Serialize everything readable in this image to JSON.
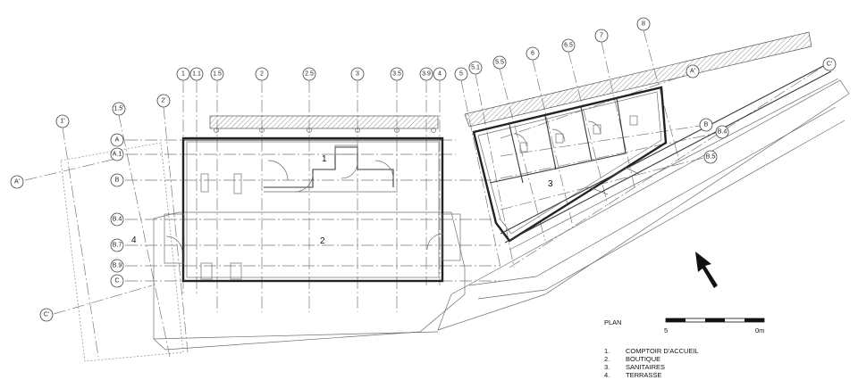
{
  "rooms": [
    {
      "number": "1"
    },
    {
      "number": "2"
    },
    {
      "number": "3"
    },
    {
      "number": "4"
    }
  ],
  "gridlines_vertical": [
    "1",
    "1.1",
    "1.5",
    "2",
    "2.5",
    "3",
    "3.5",
    "3.9",
    "4",
    "5",
    "5.1",
    "5.5",
    "6",
    "6.5",
    "7",
    "8"
  ],
  "gridlines_left": [
    "1'",
    "1.5'",
    "2'"
  ],
  "gridlines_rows": [
    "A",
    "A.1",
    "B",
    "B.4",
    "B.7",
    "B.9",
    "C"
  ],
  "gridlines_rows_left": [
    "A'",
    "C'"
  ],
  "gridlines_right": [
    "A'",
    "C'",
    "B",
    "B.4",
    "B.5"
  ],
  "north_label": "N",
  "scale": {
    "title": "PLAN",
    "left": "5",
    "right": "0m"
  },
  "legend": [
    {
      "num": "1.",
      "text": "COMPTOIR D'ACCUEIL"
    },
    {
      "num": "2.",
      "text": "BOUTIQUE"
    },
    {
      "num": "3.",
      "text": "SANITAIRES"
    },
    {
      "num": "4.",
      "text": "TERRASSE"
    }
  ]
}
